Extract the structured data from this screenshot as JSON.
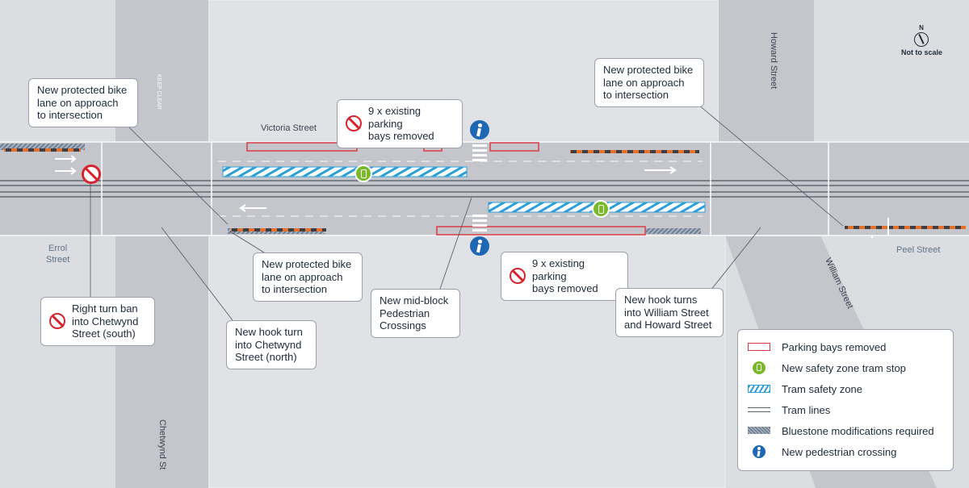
{
  "streets": {
    "victoria": "Victoria Street",
    "howard": "Howard Street",
    "william": "William Street",
    "chetwynd": "Chetwynd St",
    "errol_line1": "Errol",
    "errol_line2": "Street",
    "peel": "Peel Street",
    "keep_clear": "KEEP CLEAR"
  },
  "compass": {
    "north": "N",
    "scale_note": "Not to scale"
  },
  "callouts": {
    "bike_lane_west": "New protected bike\nlane on approach\nto intersection",
    "bike_lane_east": "New protected bike\nlane on approach\nto intersection",
    "bike_lane_south": "New protected bike\nlane on approach\nto intersection",
    "parking_north": "9 x existing parking\nbays removed",
    "parking_south": "9 x existing parking\nbays removed",
    "right_turn_ban": "Right turn ban\ninto Chetwynd\nStreet (south)",
    "hook_turn_chetwynd": "New hook turn\ninto Chetwynd\nStreet (north)",
    "mid_block": "New mid-block\nPedestrian\nCrossings",
    "hook_turns_william": "New hook turns\ninto  William Street\nand Howard Street"
  },
  "legend": [
    {
      "symbol": "parking-bays-removed",
      "label": "Parking bays removed"
    },
    {
      "symbol": "tram-stop",
      "label": "New safety zone tram stop"
    },
    {
      "symbol": "tram-safety-zone",
      "label": "Tram safety zone"
    },
    {
      "symbol": "tram-lines",
      "label": "Tram lines"
    },
    {
      "symbol": "bluestone",
      "label": "Bluestone modifications required"
    },
    {
      "symbol": "pedestrian-crossing",
      "label": "New pedestrian crossing"
    }
  ],
  "colors": {
    "road": "#c4c6cc",
    "block": "#dcdde1",
    "parking": "#d93a44",
    "tram_stop": "#7ab929",
    "tram_zone": "#2f9ed6",
    "pedestrian": "#1e67b4",
    "bike_barrier": "#e8702a"
  }
}
